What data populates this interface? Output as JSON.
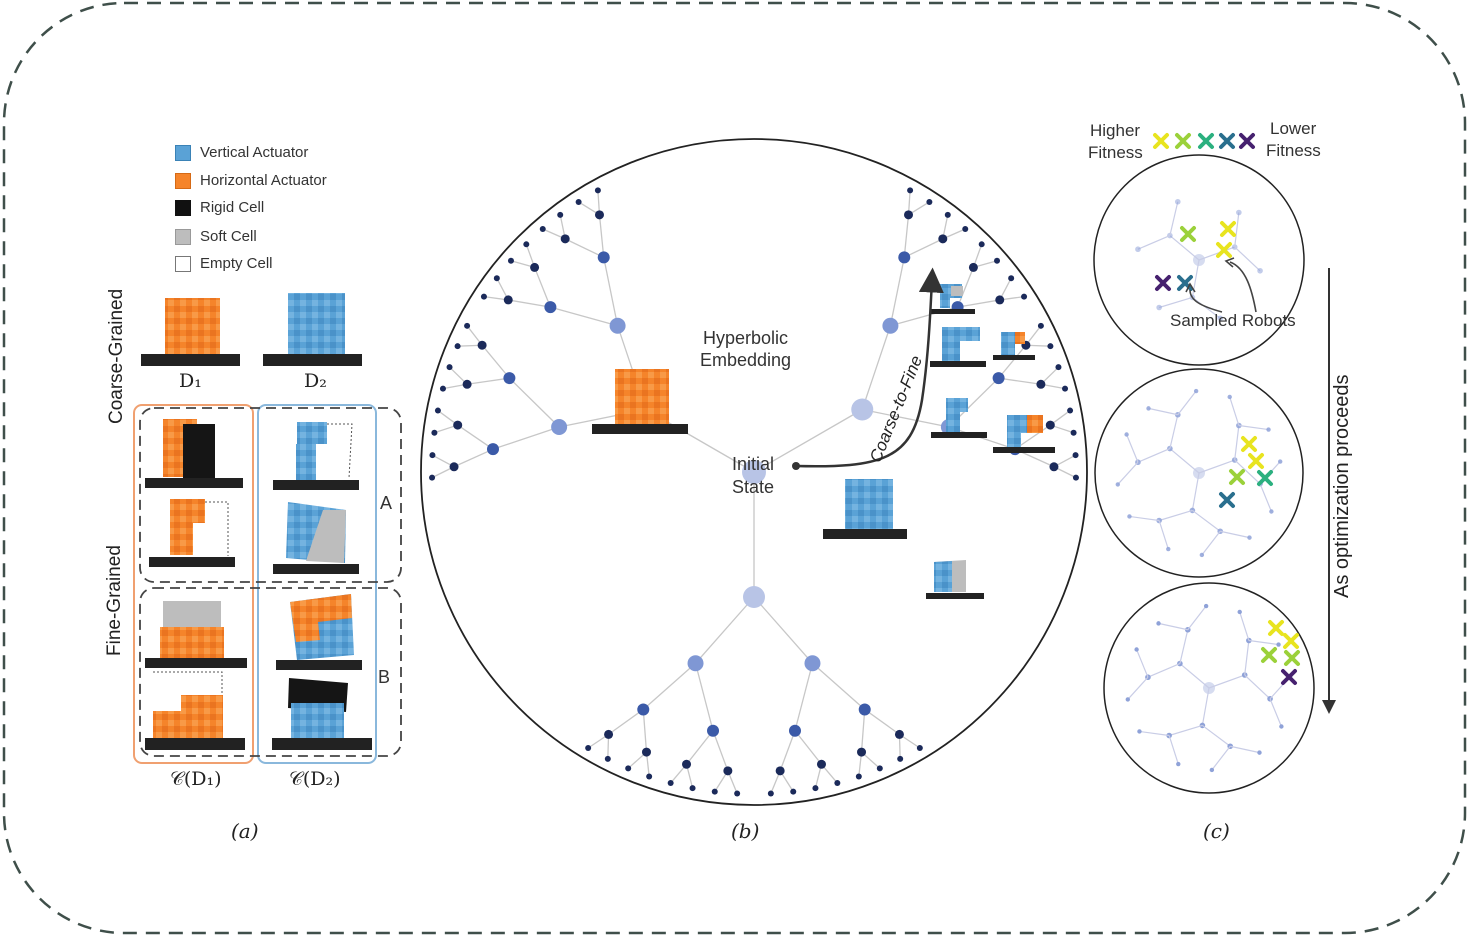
{
  "legend": {
    "items": [
      {
        "label": "Vertical Actuator",
        "color": "#5aa2d6"
      },
      {
        "label": "Horizontal Actuator",
        "color": "#f5842a"
      },
      {
        "label": "Rigid Cell",
        "color": "#111111"
      },
      {
        "label": "Soft Cell",
        "color": "#bdbdbd"
      },
      {
        "label": "Empty Cell",
        "color": "#ffffff"
      }
    ]
  },
  "panel_a": {
    "coarse_label": "Coarse-Grained",
    "fine_label": "Fine-Grained",
    "d1": "D₁",
    "d2": "D₂",
    "group_a": "A",
    "group_b": "B",
    "c_d1": "𝒞(D₁)",
    "c_d2": "𝒞(D₂)",
    "caption": "(a)"
  },
  "panel_b": {
    "hyperbolic": "Hyperbolic",
    "embedding": "Embedding",
    "initial": "Initial",
    "state": "State",
    "coarse_to_fine": "Coarse-to-Fine",
    "caption": "(b)"
  },
  "panel_c": {
    "higher": "Higher",
    "higher_fitness": "Fitness",
    "lower": "Lower",
    "lower_fitness": "Fitness",
    "sampled_robots": "Sampled Robots",
    "proceeds": "As optimization proceeds",
    "caption": "(c)",
    "fitness_colors": [
      "#e8e41f",
      "#9bd13a",
      "#2bb07f",
      "#2a6f8e",
      "#46216f"
    ]
  },
  "colors": {
    "border": "#3f4f4a",
    "node_main": "#b8c4e6",
    "node_mid": "#7f97d4",
    "node_small": "#3b5aa8",
    "node_leaf": "#1b2a5a",
    "edge": "#c7c7c7",
    "orange_frame": "#f0a070",
    "blue_frame": "#8ab8dc"
  }
}
